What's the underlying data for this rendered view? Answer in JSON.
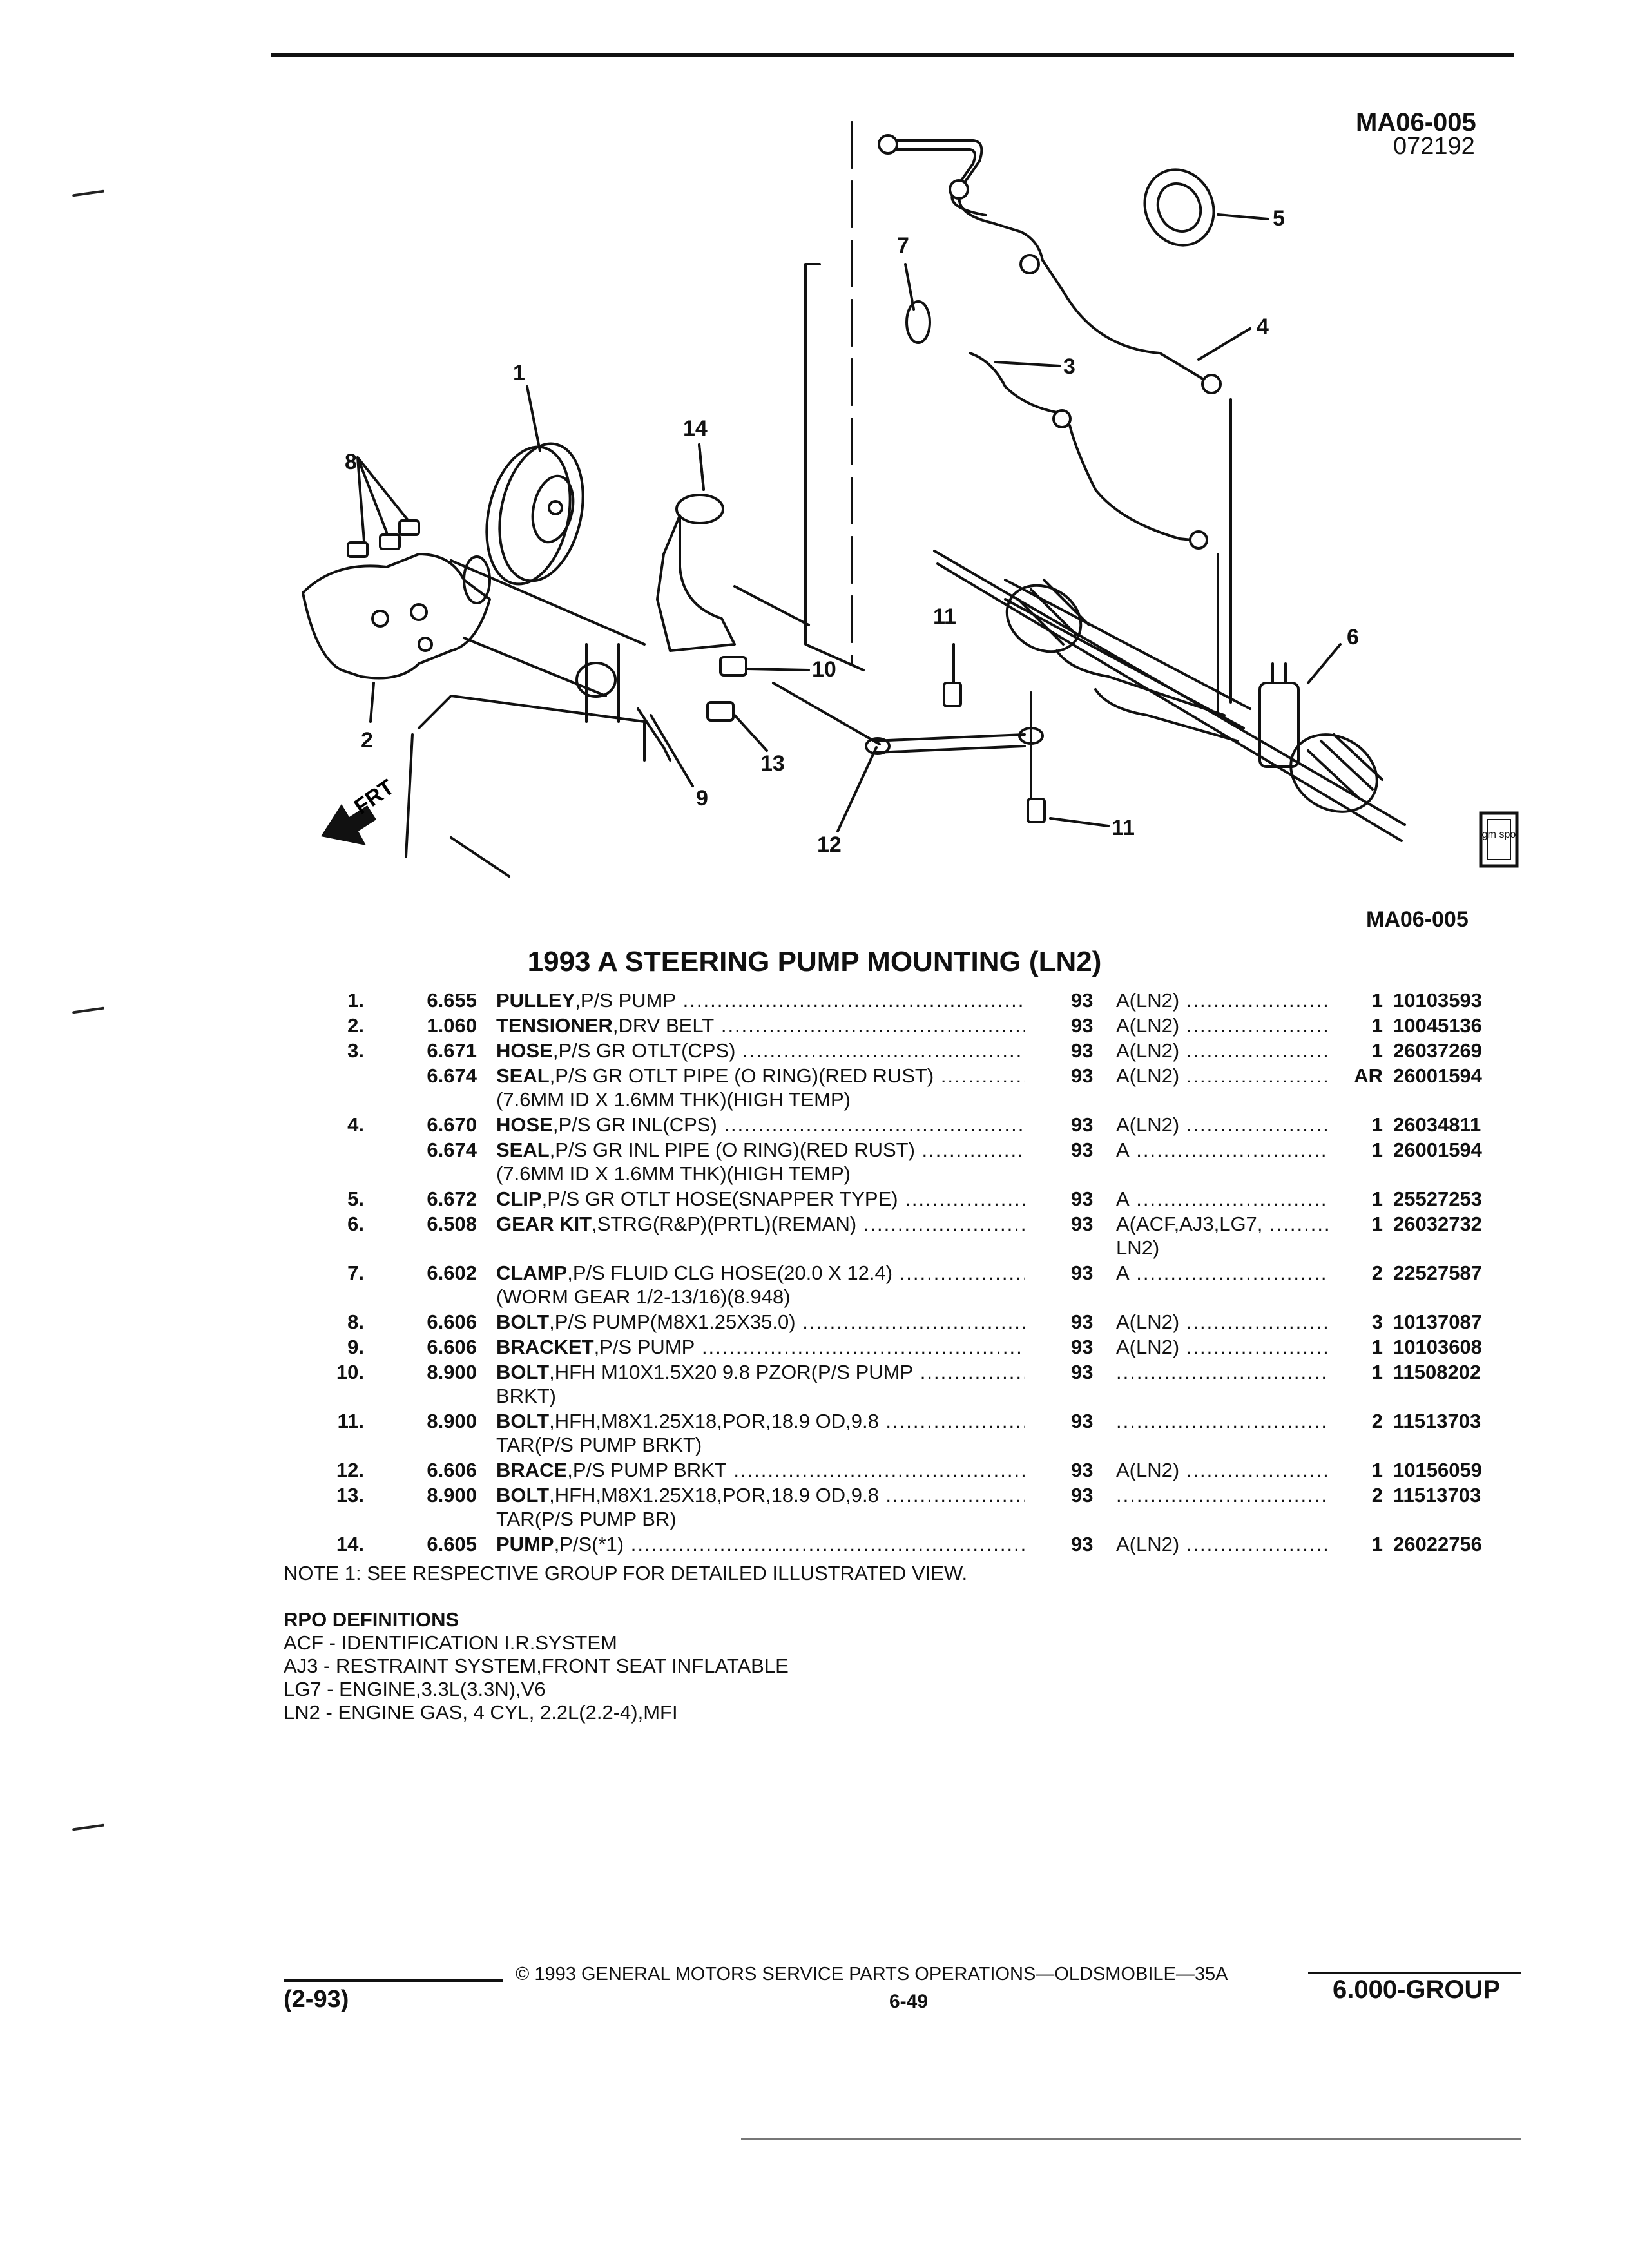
{
  "header": {
    "diagram_code": "MA06-005",
    "diagram_date": "072192"
  },
  "figure": {
    "callouts": [
      "1",
      "2",
      "3",
      "4",
      "5",
      "6",
      "7",
      "8",
      "9",
      "10",
      "11",
      "11",
      "12",
      "13",
      "14"
    ],
    "front_label": "FRT",
    "bottom_code": "MA06-005",
    "logo_text": "gm spo"
  },
  "parts": {
    "title": "1993 A STEERING PUMP MOUNTING (LN2)",
    "rows": [
      {
        "no": "1.",
        "ref": "6.655",
        "name": "PULLEY",
        "desc": ",P/S PUMP",
        "year": "93",
        "app": "A(LN2)",
        "qty": "1",
        "part": "10103593",
        "cont": []
      },
      {
        "no": "2.",
        "ref": "1.060",
        "name": "TENSIONER",
        "desc": ",DRV BELT",
        "year": "93",
        "app": "A(LN2)",
        "qty": "1",
        "part": "10045136",
        "cont": []
      },
      {
        "no": "3.",
        "ref": "6.671",
        "name": "HOSE",
        "desc": ",P/S GR OTLT(CPS)",
        "year": "93",
        "app": "A(LN2)",
        "qty": "1",
        "part": "26037269",
        "cont": []
      },
      {
        "no": "",
        "ref": "6.674",
        "name": "SEAL",
        "desc": ",P/S GR OTLT PIPE (O RING)(RED RUST)",
        "year": "93",
        "app": "A(LN2)",
        "qty": "AR",
        "part": "26001594",
        "cont": [
          "(7.6MM ID X 1.6MM THK)(HIGH TEMP)"
        ]
      },
      {
        "no": "4.",
        "ref": "6.670",
        "name": "HOSE",
        "desc": ",P/S GR INL(CPS)",
        "year": "93",
        "app": "A(LN2)",
        "qty": "1",
        "part": "26034811",
        "cont": []
      },
      {
        "no": "",
        "ref": "6.674",
        "name": "SEAL",
        "desc": ",P/S GR INL PIPE (O RING)(RED RUST)",
        "year": "93",
        "app": "A",
        "qty": "1",
        "part": "26001594",
        "cont": [
          "(7.6MM ID X 1.6MM THK)(HIGH TEMP)"
        ]
      },
      {
        "no": "5.",
        "ref": "6.672",
        "name": "CLIP",
        "desc": ",P/S GR OTLT HOSE(SNAPPER TYPE)",
        "year": "93",
        "app": "A",
        "qty": "1",
        "part": "25527253",
        "cont": []
      },
      {
        "no": "6.",
        "ref": "6.508",
        "name": "GEAR KIT",
        "desc": ",STRG(R&P)(PRTL)(REMAN)",
        "year": "93",
        "app": "A(ACF,AJ3,LG7,",
        "qty": "1",
        "part": "26032732",
        "cont": [],
        "app_cont": "LN2)"
      },
      {
        "no": "7.",
        "ref": "6.602",
        "name": "CLAMP",
        "desc": ",P/S FLUID CLG HOSE(20.0 X 12.4)",
        "year": "93",
        "app": "A",
        "qty": "2",
        "part": "22527587",
        "cont": [
          "(WORM GEAR 1/2-13/16)(8.948)"
        ]
      },
      {
        "no": "8.",
        "ref": "6.606",
        "name": "BOLT",
        "desc": ",P/S PUMP(M8X1.25X35.0)",
        "year": "93",
        "app": "A(LN2)",
        "qty": "3",
        "part": "10137087",
        "cont": []
      },
      {
        "no": "9.",
        "ref": "6.606",
        "name": "BRACKET",
        "desc": ",P/S PUMP",
        "year": "93",
        "app": "A(LN2)",
        "qty": "1",
        "part": "10103608",
        "cont": []
      },
      {
        "no": "10.",
        "ref": "8.900",
        "name": "BOLT",
        "desc": ",HFH M10X1.5X20 9.8 PZOR(P/S PUMP",
        "year": "93",
        "app": "",
        "qty": "1",
        "part": "11508202",
        "cont": [
          "BRKT)"
        ]
      },
      {
        "no": "11.",
        "ref": "8.900",
        "name": "BOLT",
        "desc": ",HFH,M8X1.25X18,POR,18.9 OD,9.8",
        "year": "93",
        "app": "",
        "qty": "2",
        "part": "11513703",
        "cont": [
          "TAR(P/S PUMP BRKT)"
        ]
      },
      {
        "no": "12.",
        "ref": "6.606",
        "name": "BRACE",
        "desc": ",P/S PUMP BRKT",
        "year": "93",
        "app": "A(LN2)",
        "qty": "1",
        "part": "10156059",
        "cont": []
      },
      {
        "no": "13.",
        "ref": "8.900",
        "name": "BOLT",
        "desc": ",HFH,M8X1.25X18,POR,18.9 OD,9.8",
        "year": "93",
        "app": "",
        "qty": "2",
        "part": "11513703",
        "cont": [
          "TAR(P/S PUMP BR)"
        ]
      },
      {
        "no": "14.",
        "ref": "6.605",
        "name": "PUMP",
        "desc": ",P/S(*1)",
        "year": "93",
        "app": "A(LN2)",
        "qty": "1",
        "part": "26022756",
        "cont": []
      }
    ]
  },
  "note": "NOTE  1:  SEE RESPECTIVE GROUP FOR DETAILED ILLUSTRATED VIEW.",
  "rpo": {
    "heading": "RPO DEFINITIONS",
    "items": [
      "ACF - IDENTIFICATION I.R.SYSTEM",
      "AJ3 - RESTRAINT SYSTEM,FRONT SEAT INFLATABLE",
      "LG7 - ENGINE,3.3L(3.3N),V6",
      "LN2 - ENGINE GAS, 4 CYL, 2.2L(2.2-4),MFI"
    ]
  },
  "footer": {
    "copyright": "©  1993  GENERAL MOTORS SERVICE PARTS OPERATIONS—OLDSMOBILE—35A",
    "date_code": "(2-93)",
    "page": "6-49",
    "group": "6.000-GROUP"
  }
}
